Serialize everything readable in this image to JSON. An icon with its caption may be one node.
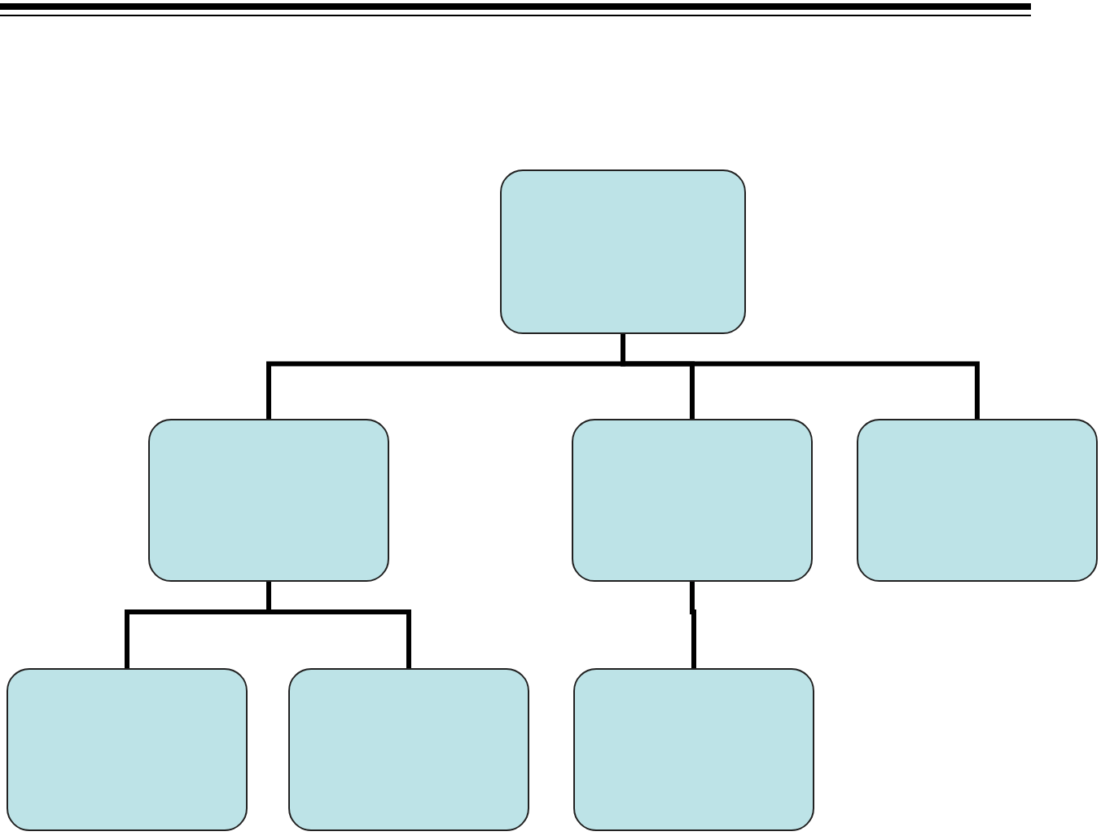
{
  "diagram": {
    "nodes": [
      {
        "text": [],
        "shape": "box"
      },
      {
        "text": [],
        "shape": "box"
      },
      {
        "text": [],
        "shape": "box"
      },
      {
        "text": [],
        "shape": "box"
      },
      {
        "text": [],
        "shape": "box"
      },
      {
        "text": [],
        "shape": "box"
      },
      {
        "text": [],
        "shape": "box"
      }
    ],
    "edges": [
      {
        "from": 0,
        "to": 1,
        "arrow": "none"
      },
      {
        "from": 0,
        "to": 2,
        "arrow": "none"
      },
      {
        "from": 0,
        "to": 3,
        "arrow": "none"
      },
      {
        "from": 1,
        "to": 4,
        "arrow": "none"
      },
      {
        "from": 1,
        "to": 5,
        "arrow": "none"
      },
      {
        "from": 2,
        "to": 6,
        "arrow": "none"
      }
    ]
  }
}
